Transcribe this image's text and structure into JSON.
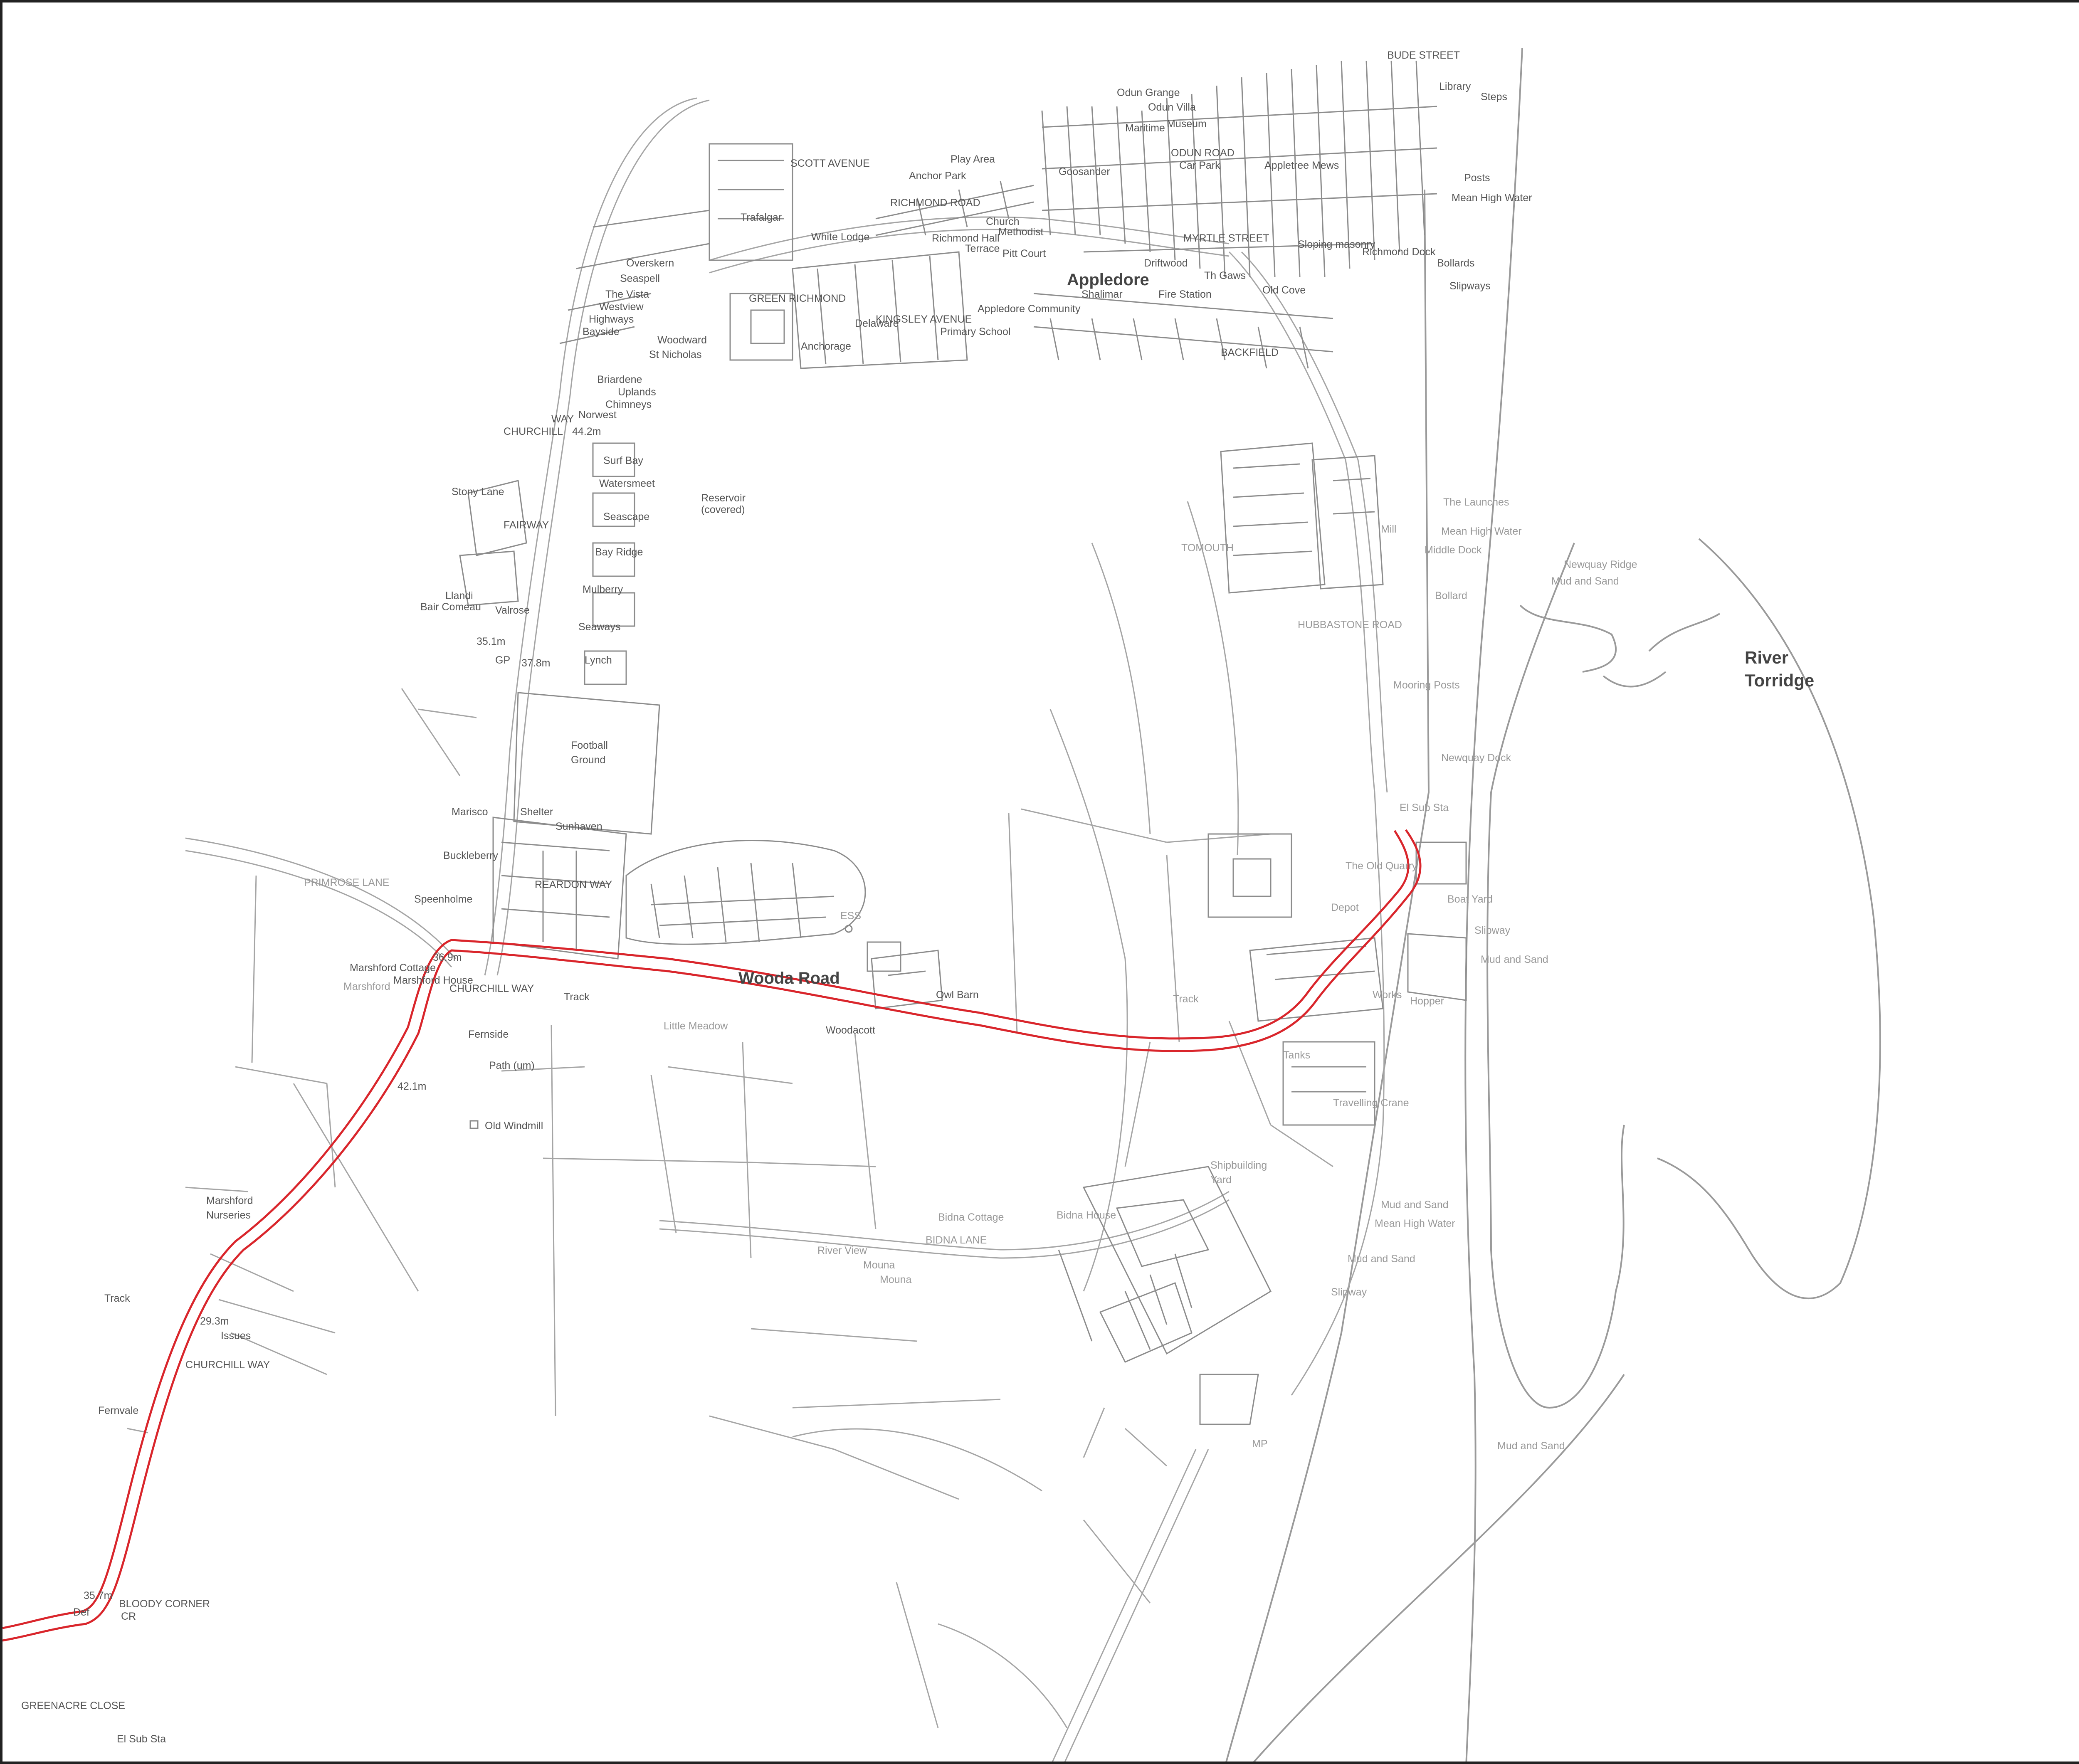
{
  "map": {
    "title": "",
    "colors": {
      "background": "#ffffff",
      "linework": "#9a9a9a",
      "route": "#d9252b",
      "label": "#555555",
      "muted_label": "#9a9a9a"
    },
    "route_name": "Wooda Road",
    "labels": {
      "appledore": "Appledore",
      "wooda_road": "Wooda Road",
      "river_torridge_1": "River",
      "river_torridge_2": "Torridge",
      "bude_street": "BUDE STREET",
      "steps": "Steps",
      "library": "Library",
      "odun_grange": "Odun Grange",
      "odun_villa": "Odun Villa",
      "maritime": "Maritime",
      "museum": "Museum",
      "odun_road": "ODUN ROAD",
      "car_park": "Car Park",
      "scott_avenue": "SCOTT AVENUE",
      "play_area": "Play Area",
      "anchor_park": "Anchor Park",
      "richmond_road": "RICHMOND ROAD",
      "goosander": "Goosander",
      "trafalgar": "Trafalgar",
      "white_lodge": "White Lodge",
      "church": "Church",
      "methodist": "Methodist",
      "richmond_hall": "Richmond Hall",
      "terrace": "Terrace",
      "pitt_court": "Pitt Court",
      "myrtle_street": "MYRTLE STREET",
      "driftwood": "Driftwood",
      "the_gaws": "Th Gaws",
      "old_cove": "Old Cove",
      "richmond_dock": "Richmond Dock",
      "bollards": "Bollards",
      "slipways": "Slipways",
      "posts": "Posts",
      "mean_high_water": "Mean High Water",
      "appletree_mews": "Appletree Mews",
      "sloping_masonry": "Sloping masonry",
      "fire_station": "Fire Station",
      "shalimar": "Shalimar",
      "green_richmond": "GREEN RICHMOND",
      "kingsley_avenue": "KINGSLEY AVENUE",
      "primary_school": "Primary School",
      "appledore_community": "Appledore Community",
      "anchorage": "Anchorage",
      "delaware": "Delaware",
      "backfield": "BACKFIELD",
      "overskern": "Overskern",
      "seaspell": "Seaspell",
      "the_vista": "The Vista",
      "westview": "Westview",
      "highways": "Highways",
      "bayside": "Bayside",
      "woodward": "Woodward",
      "st_nicholas": "St Nicholas",
      "briardene": "Briardene",
      "uplands": "Uplands",
      "chimneys": "Chimneys",
      "norwest": "Norwest",
      "churchill_way_top": "CHURCHILL",
      "way_top": "WAY",
      "elev_442": "44.2m",
      "surf_bay": "Surf Bay",
      "watersmeet": "Watersmeet",
      "reservoir": "Reservoir",
      "reservoir_cov": "(covered)",
      "stony_lane": "Stony Lane",
      "fairway": "FAIRWAY",
      "seascape": "Seascape",
      "bay_ridge": "Bay Ridge",
      "mulberry": "Mulberry",
      "llandi": "Llandi",
      "bair_comeau": "Bair Comeau",
      "valrose": "Valrose",
      "seaways": "Seaways",
      "elev_351": "35.1m",
      "elev_378": "37.8m",
      "gp": "GP",
      "lynch": "Lynch",
      "football_ground_1": "Football",
      "football_ground_2": "Ground",
      "marisco": "Marisco",
      "shelter": "Shelter",
      "sunhaven": "Sunhaven",
      "primrose_lane": "PRIMROSE LANE",
      "buckleberry": "Buckleberry",
      "speenholme": "Speenholme",
      "reardon_way": "REARDON WAY",
      "marshford_cottage": "Marshford Cottage",
      "marshford_house": "Marshford House",
      "marshford": "Marshford",
      "churchill_way_mid": "CHURCHILL WAY",
      "elev_369": "36.9m",
      "track": "Track",
      "fernside": "Fernside",
      "path_um": "Path (um)",
      "elev_421": "42.1m",
      "old_windmill": "Old Windmill",
      "little_meadow": "Little Meadow",
      "woodacott": "Woodacott",
      "owl_barn": "Owl Barn",
      "ess": "ESS",
      "tomouth": "TOMOUTH",
      "newquay_ridge": "Newquay Ridge",
      "mud_and_sand": "Mud and Sand",
      "hubbastone_road": "HUBBASTONE ROAD",
      "mooring_posts": "Mooring Posts",
      "newquay_dock": "Newquay Dock",
      "the_launches": "The Launches",
      "middle_dock": "Middle Dock",
      "mill": "Mill",
      "bollard": "Bollard",
      "el_sub_sta": "El Sub Sta",
      "the_old_quarry": "The Old Quarry",
      "depot": "Depot",
      "boat_yard": "Boat Yard",
      "slipway": "Slipway",
      "works": "Works",
      "hopper": "Hopper",
      "tanks": "Tanks",
      "travelling_crane": "Travelling Crane",
      "shipbuilding_yard_1": "Shipbuilding",
      "shipbuilding_yard_2": "Yard",
      "bidna_cottage": "Bidna Cottage",
      "bidna_house": "Bidna House",
      "bidna_lane": "BIDNA LANE",
      "river_view": "River View",
      "mouna": "Mouna",
      "mp": "MP",
      "marshford_nurseries_1": "Marshford",
      "marshford_nurseries_2": "Nurseries",
      "issues": "Issues",
      "elev_293": "29.3m",
      "churchill_way_low": "CHURCHILL WAY",
      "fernvale": "Fernvale",
      "bloody_corner": "BLOODY CORNER",
      "cr": "CR",
      "def": "Def",
      "elev_357": "35.7m",
      "greenacre_close": "GREENACRE CLOSE",
      "el_sub_sta_low": "El Sub Sta"
    }
  }
}
